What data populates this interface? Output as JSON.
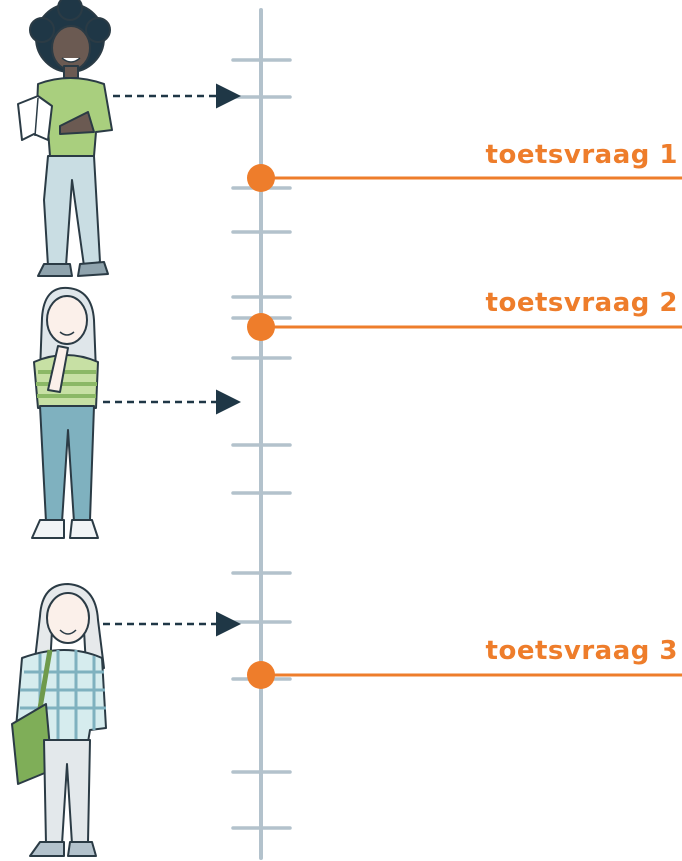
{
  "colors": {
    "scale": "#b3c2cc",
    "accent": "#ee7d2b",
    "arrow": "#1f3746",
    "outline": "#2b3b45"
  },
  "questions": [
    {
      "label": "toetsvraag 1"
    },
    {
      "label": "toetsvraag 2"
    },
    {
      "label": "toetsvraag 3"
    }
  ],
  "students": [
    {
      "icon": "curly-hair-student-reading-icon"
    },
    {
      "icon": "thinking-student-striped-shirt-icon"
    },
    {
      "icon": "student-with-bag-plaid-shirt-icon"
    }
  ]
}
